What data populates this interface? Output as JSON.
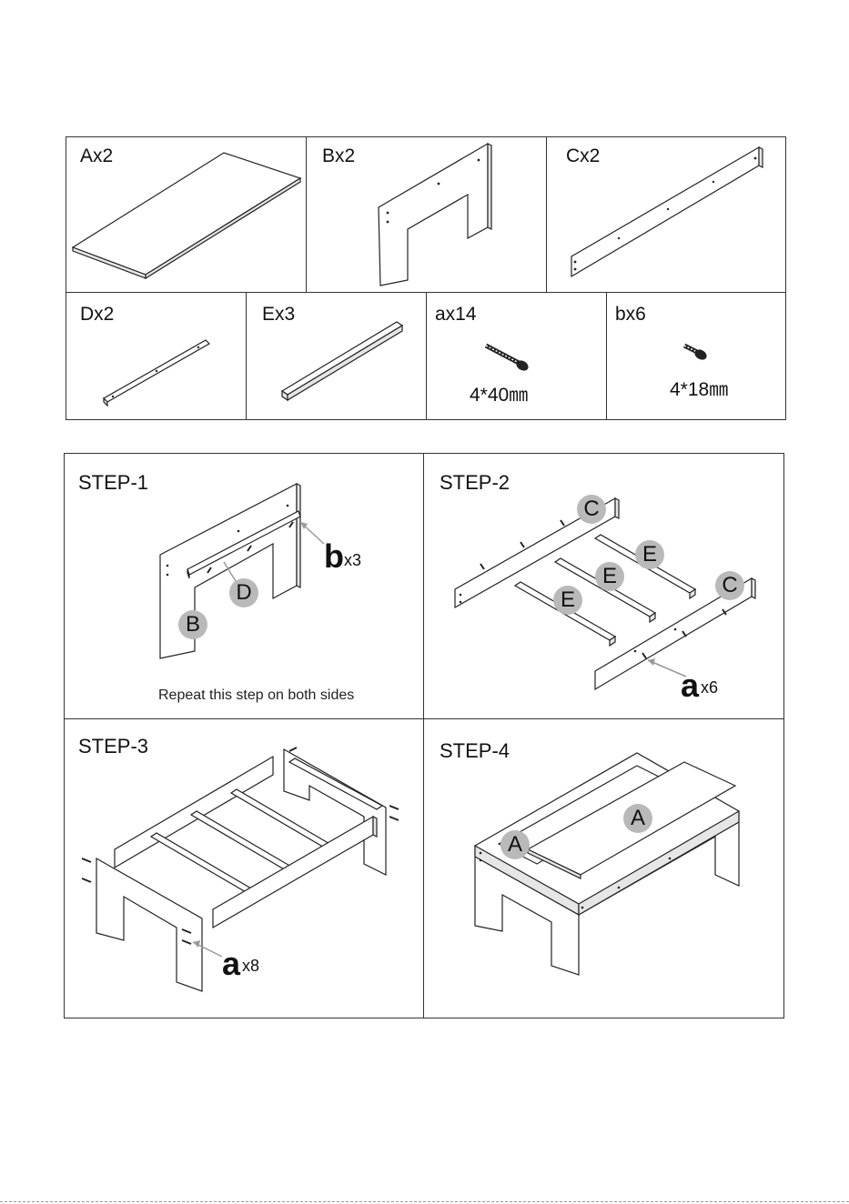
{
  "parts": [
    {
      "label": "Ax2"
    },
    {
      "label": "Bx2"
    },
    {
      "label": "Cx2"
    },
    {
      "label": "Dx2"
    },
    {
      "label": "Ex3"
    },
    {
      "label": "ax14",
      "size": "4*40㎜"
    },
    {
      "label": "bx6",
      "size": "4*18㎜"
    }
  ],
  "steps": [
    {
      "title": "STEP-1",
      "note": "Repeat this step on both sides",
      "callouts": [
        "D",
        "B"
      ],
      "qty_letter": "b",
      "qty_count": "x3"
    },
    {
      "title": "STEP-2",
      "callouts": [
        "C",
        "E",
        "E",
        "E",
        "C"
      ],
      "qty_letter": "a",
      "qty_count": "x6"
    },
    {
      "title": "STEP-3",
      "qty_letter": "a",
      "qty_count": "x8"
    },
    {
      "title": "STEP-4",
      "callouts": [
        "A",
        "A"
      ]
    }
  ],
  "colors": {
    "callout_fill": "#b9b9b9",
    "line": "#222222"
  }
}
